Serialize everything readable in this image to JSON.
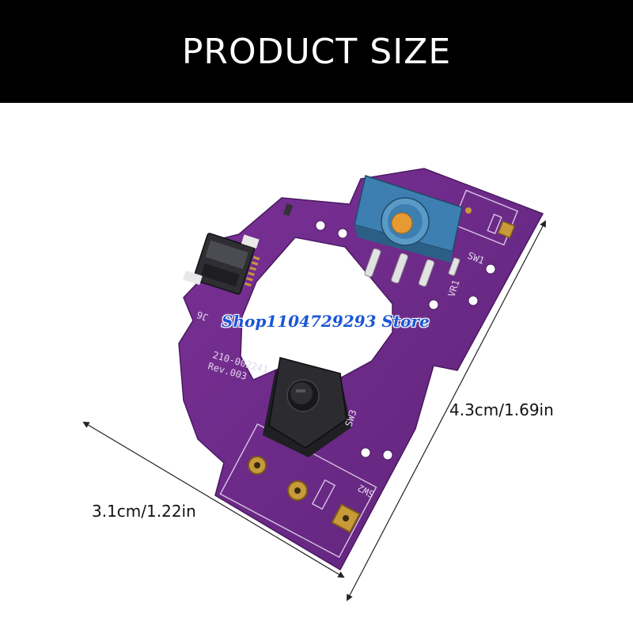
{
  "banner": {
    "title": "PRODUCT SIZE"
  },
  "dimensions": {
    "length": "4.3cm/1.69in",
    "width": "3.1cm/1.22in"
  },
  "board": {
    "silkscreen": [
      "210-002241",
      "Rev.003"
    ],
    "labels": [
      "J6",
      "SW1",
      "SW2",
      "SW3",
      "VR1"
    ]
  },
  "watermark": "Shop1104729293 Store",
  "colors": {
    "banner_bg": "#000000",
    "banner_text": "#ffffff",
    "pcb": "#6b2a8a",
    "encoder": "#3d7fb0",
    "watermark": "#1a56d6"
  }
}
